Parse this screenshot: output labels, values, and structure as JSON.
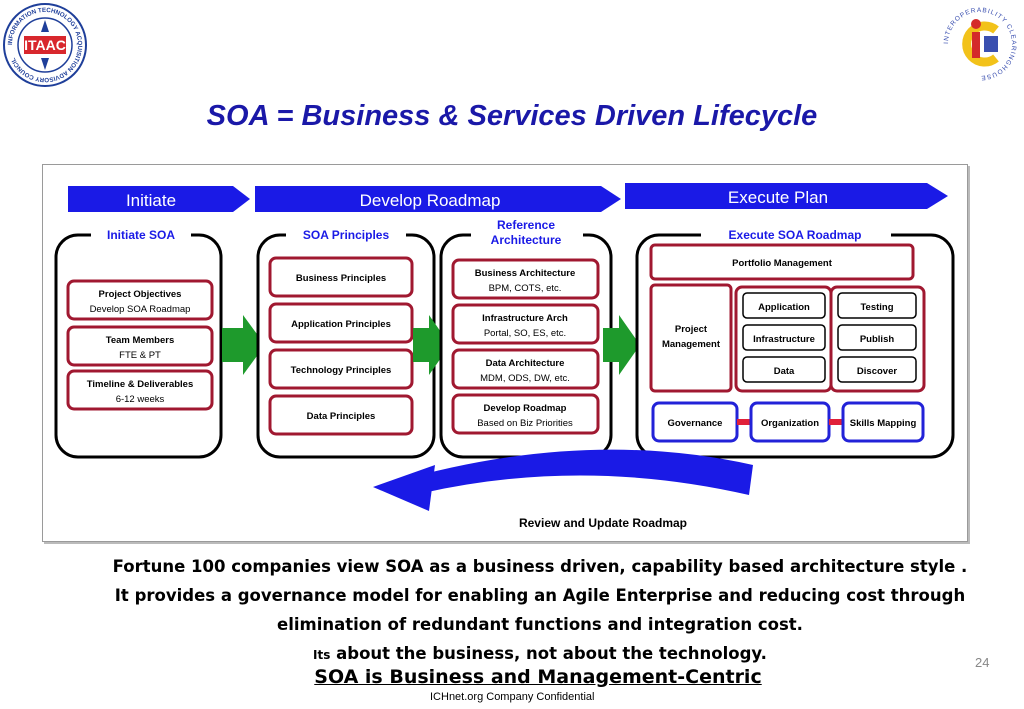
{
  "title": "SOA = Business & Services Driven Lifecycle",
  "logos": {
    "left": {
      "text": "ITAAC",
      "ring_text": "INFORMATION TECHNOLOGY ACQUISITION ADVISORY COUNCIL",
      "color": "#1f3f9a"
    },
    "right": {
      "ring_text": "INTEROPERABILITY CLEARINGHOUSE",
      "colors": [
        "#d42a2a",
        "#f2c21a",
        "#3a4fb0"
      ]
    }
  },
  "diagram": {
    "phases": [
      "Initiate",
      "Develop Roadmap",
      "Execute Plan"
    ],
    "columns": [
      {
        "title": "Initiate SOA",
        "items": [
          [
            "Project Objectives",
            "Develop SOA Roadmap"
          ],
          [
            "Team Members",
            "FTE & PT"
          ],
          [
            "Timeline & Deliverables",
            "6-12 weeks"
          ]
        ]
      },
      {
        "title": "SOA Principles",
        "items": [
          [
            "Business Principles"
          ],
          [
            "Application Principles"
          ],
          [
            "Technology Principles"
          ],
          [
            "Data Principles"
          ]
        ]
      },
      {
        "title": "Reference Architecture",
        "items": [
          [
            "Business Architecture",
            "BPM, COTS, etc."
          ],
          [
            "Infrastructure Arch",
            "Portal, SO, ES, etc."
          ],
          [
            "Data Architecture",
            "MDM, ODS, DW, etc."
          ],
          [
            "Develop Roadmap",
            "Based on Biz Priorities"
          ]
        ]
      }
    ],
    "execute": {
      "title": "Execute SOA Roadmap",
      "portfolio": "Portfolio Management",
      "project_mgmt": "Project Management",
      "layers": [
        "Application",
        "Infrastructure",
        "Data"
      ],
      "stages": [
        "Testing",
        "Publish",
        "Discover"
      ],
      "governance": [
        "Governance",
        "Organization",
        "Skills Mapping"
      ]
    },
    "feedback_label": "Review and Update Roadmap",
    "colors": {
      "arrow_blue": "#1a1ae6",
      "box_red": "#a01830",
      "gov_blue": "#2222d8",
      "green_arrow": "#1e9a2c",
      "link_red": "#e0203a"
    }
  },
  "body": {
    "line1": "Fortune 100 companies view SOA as a  business driven, capability based architecture style .",
    "line2": "It provides a governance model for enabling an Agile Enterprise and reducing cost through",
    "line3": "elimination of redundant functions and integration cost.",
    "line4_prefix": "Its",
    "line4": " about the business, not about the technology."
  },
  "tagline": "SOA is Business and Management-Centric",
  "page_number": "24",
  "footer": "ICHnet.org Company Confidential"
}
